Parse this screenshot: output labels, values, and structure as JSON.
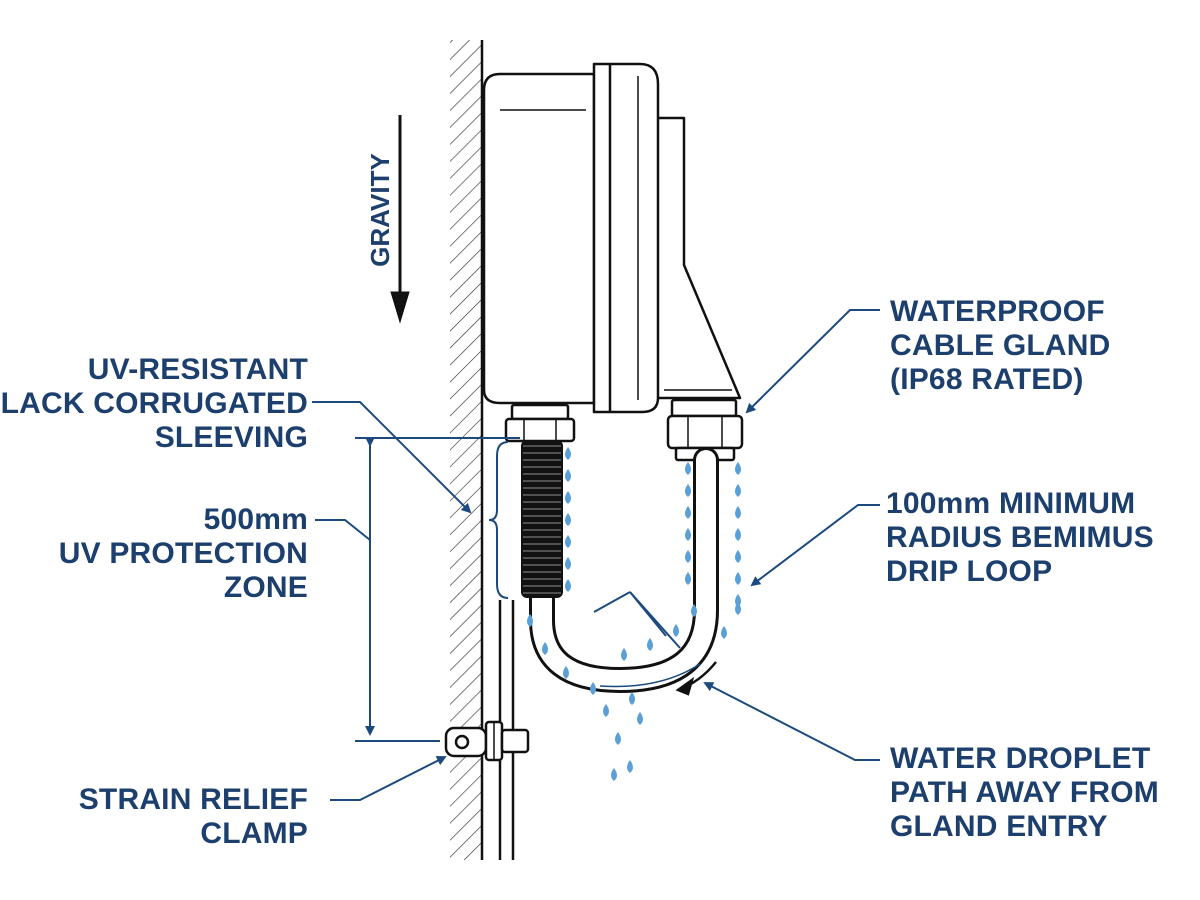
{
  "labels": {
    "gravity": "GRAVITY",
    "sleeving": [
      "UV-RESISTANT",
      "BLACK CORRUGATED",
      "SLEEVING"
    ],
    "uv_zone": [
      "500mm",
      "UV PROTECTION",
      "ZONE"
    ],
    "strain_relief": [
      "STRAIN RELIEF",
      "CLAMP"
    ],
    "gland": [
      "WATERPROOF",
      "CABLE GLAND",
      "(IP68 RATED)"
    ],
    "drip_loop": [
      "100mm MINIMUM",
      "RADIUS BEMIMUS",
      "DRIP LOOP"
    ],
    "droplet_path": [
      "WATER DROPLET",
      "PATH AWAY FROM",
      "GLAND ENTRY"
    ]
  },
  "colors": {
    "label_text": "#1c3f6e",
    "leader_line": "#1c4a7e",
    "outline": "#111111",
    "water": "#5aa0d6",
    "background": "#ffffff"
  }
}
